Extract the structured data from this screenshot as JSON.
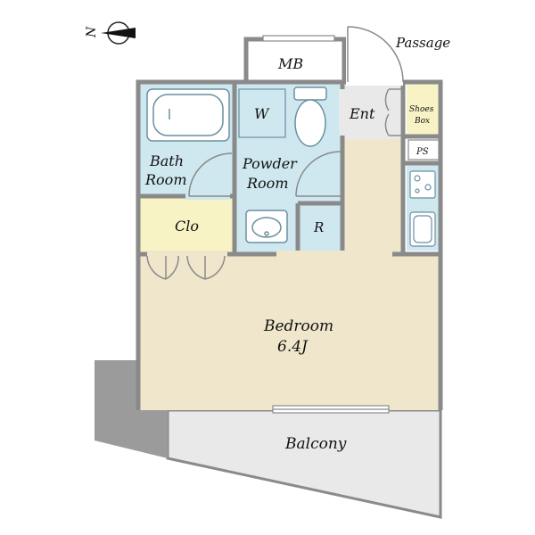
{
  "compass": {
    "north": "N"
  },
  "rooms": {
    "passage": "Passage",
    "mb": "MB",
    "ent": "Ent",
    "shoes_box_line1": "Shoes",
    "shoes_box_line2": "Box",
    "ps": "PS",
    "w": "W",
    "bath_line1": "Bath",
    "bath_line2": "Room",
    "powder_line1": "Powder",
    "powder_line2": "Room",
    "clo": "Clo",
    "r": "R",
    "bedroom": "Bedroom",
    "bedroom_size": "6.4J",
    "balcony": "Balcony"
  },
  "colors": {
    "wall": "#8a8a8a",
    "wet_area": "#cfe8f0",
    "closet": "#f7f3c4",
    "floor": "#efe6cc",
    "balcony": "#e9e9e9",
    "dark_block": "#9b9b9b"
  }
}
